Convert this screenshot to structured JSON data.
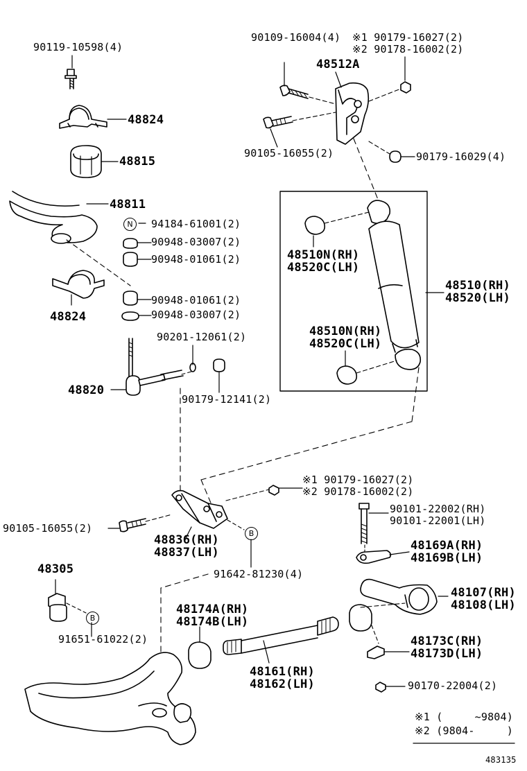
{
  "labels": {
    "p90119": "90119-10598(4)",
    "p48824a": "48824",
    "p48815": "48815",
    "p48811": "48811",
    "p94184": "94184-61001(2)",
    "p90948a": "90948-03007(2)",
    "p90948b": "90948-01061(2)",
    "p90948c": "90948-01061(2)",
    "p90948d": "90948-03007(2)",
    "p48824b": "48824",
    "p90201": "90201-12061(2)",
    "p48820": "48820",
    "p90179a": "90179-12141(2)",
    "p90109": "90109-16004(4)",
    "p90179b": "※1 90179-16027(2)",
    "p90178a": "※2 90178-16002(2)",
    "p48512a": "48512A",
    "p90105a": "90105-16055(2)",
    "p90179c": "90179-16029(4)",
    "p48510n_top": [
      "48510N(RH)",
      "48520C(LH)"
    ],
    "p48510": [
      "48510(RH)",
      "48520(LH)"
    ],
    "p48510n_bot": [
      "48510N(RH)",
      "48520C(LH)"
    ],
    "p90179d": "※1 90179-16027(2)",
    "p90178b": "※2 90178-16002(2)",
    "p90105b": "90105-16055(2)",
    "p48836": [
      "48836(RH)",
      "48837(LH)"
    ],
    "p90101": [
      "90101-22002(RH)",
      "90101-22001(LH)"
    ],
    "p48169": [
      "48169A(RH)",
      "48169B(LH)"
    ],
    "p91642": "91642-81230(4)",
    "p48305": "48305",
    "p48174": [
      "48174A(RH)",
      "48174B(LH)"
    ],
    "p48107": [
      "48107(RH)",
      "48108(LH)"
    ],
    "p91651": "91651-61022(2)",
    "p48173": [
      "48173C(RH)",
      "48173D(LH)"
    ],
    "p48161": [
      "48161(RH)",
      "48162(LH)"
    ],
    "p90170": "90170-22004(2)",
    "note1": "※1 (     ~9804)",
    "note2": "※2 (9804-     )",
    "diagram_id": "483135",
    "marker_n": "N",
    "marker_b": "B"
  }
}
